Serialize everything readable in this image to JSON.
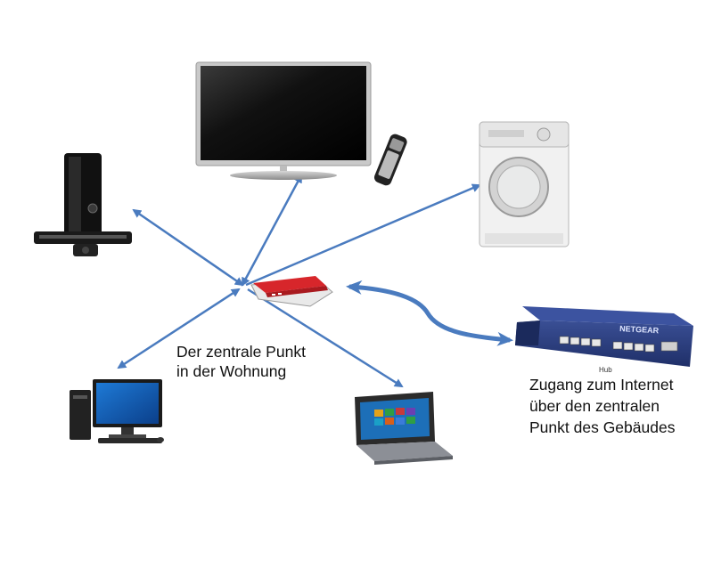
{
  "diagram": {
    "center_label": {
      "line1": "Der zentrale Punkt",
      "line2": "in der Wohnung"
    },
    "hub_small_label": "Hub",
    "hub_label": {
      "line1": "Zugang zum Internet",
      "line2": "über den zentralen",
      "line3": "Punkt des Gebäudes"
    },
    "switch_brand": "NETGEAR",
    "nodes": [
      "tv-with-remote",
      "game-console",
      "washing-machine",
      "router",
      "network-switch",
      "desktop-computer",
      "laptop"
    ],
    "colors": {
      "arrow": "#4a7bbf",
      "router": "#d7262b",
      "switch": "#283c7a"
    }
  }
}
